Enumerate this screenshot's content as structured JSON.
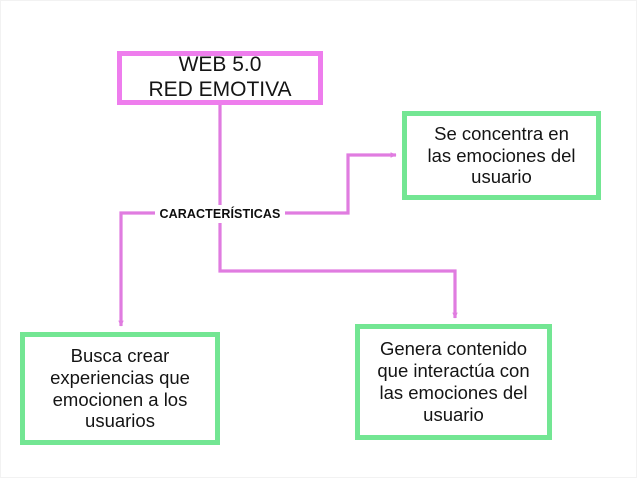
{
  "diagram": {
    "type": "concept-map",
    "title": "WEB 5.0 RED EMOTIVA",
    "background_color": "#ffffff",
    "colors": {
      "root_border": "#ee7ded",
      "leaf_border": "#73e693",
      "connector": "#e07ce0",
      "text": "#141414",
      "frame": "#f2f2f2"
    },
    "nodes": {
      "root": {
        "line1": "WEB 5.0",
        "line2": "RED EMOTIVA",
        "text": "WEB 5.0\nRED EMOTIVA"
      },
      "branch_label": "CARACTERÍSTICAS",
      "focus": {
        "text": "Se concentra en\nlas emociones del\nusuario"
      },
      "experiences": {
        "text": "Busca crear\nexperiencias que\nemocionen a los\nusuarios"
      },
      "content": {
        "text": "Genera contenido\nque interactúa con\nlas emociones del\nusuario"
      }
    },
    "edges": [
      {
        "from": "root",
        "to": "branch_label",
        "arrow": false
      },
      {
        "from": "branch_label",
        "to": "focus",
        "arrow": true
      },
      {
        "from": "branch_label",
        "to": "experiences",
        "arrow": true
      },
      {
        "from": "branch_label",
        "to": "content",
        "arrow": true
      }
    ]
  }
}
